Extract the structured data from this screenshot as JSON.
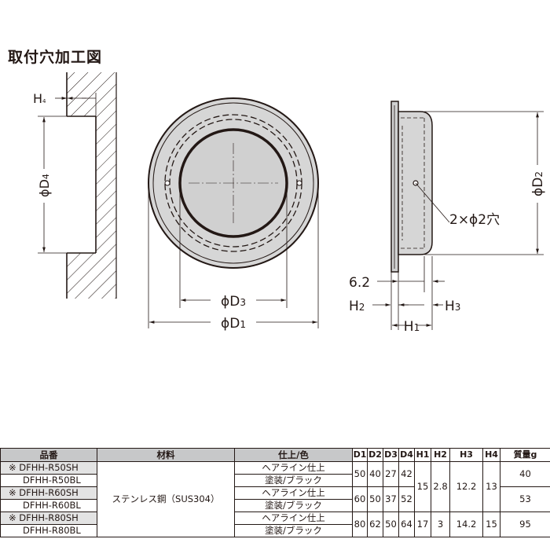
{
  "title": "取付穴加工図",
  "drawing": {
    "labels": {
      "h4": "H",
      "h4_sub": "4",
      "d4": "ϕD",
      "d4_sub": "4",
      "d3": "ϕD",
      "d3_sub": "3",
      "d1": "ϕD",
      "d1_sub": "1",
      "d2": "ϕD",
      "d2_sub": "2",
      "hole": "2×ϕ2穴",
      "dim_6_2": "6.2",
      "h2": "H",
      "h2_sub": "2",
      "h3": "H",
      "h3_sub": "3",
      "h1": "H",
      "h1_sub": "1"
    }
  },
  "table": {
    "headers": {
      "model": "品番",
      "material": "材料",
      "finish": "仕上/色",
      "d1": "D1",
      "d2": "D2",
      "d3": "D3",
      "d4": "D4",
      "h1": "H1",
      "h2": "H2",
      "h3": "H3",
      "h4": "H4",
      "weight": "質量g"
    },
    "material": "ステンレス鋼（SUS304）",
    "h1_shared": "15",
    "h2_shared": "2.8",
    "h3_shared": "12.2",
    "h4_shared": "13",
    "groups": [
      {
        "model_a": "※ DFHH-R50SH",
        "finish_a": "ヘアライン仕上",
        "model_b": "DFHH-R50BL",
        "finish_b": "塗装/ブラック",
        "d1": "50",
        "d2": "40",
        "d3": "27",
        "d4": "42",
        "weight": "40"
      },
      {
        "model_a": "※ DFHH-R60SH",
        "finish_a": "ヘアライン仕上",
        "model_b": "DFHH-R60BL",
        "finish_b": "塗装/ブラック",
        "d1": "60",
        "d2": "50",
        "d3": "37",
        "d4": "52",
        "weight": "53"
      },
      {
        "model_a": "※ DFHH-R80SH",
        "finish_a": "ヘアライン仕上",
        "model_b": "DFHH-R80BL",
        "finish_b": "塗装/ブラック",
        "d1": "80",
        "d2": "62",
        "d3": "50",
        "d4": "64",
        "h1": "17",
        "h2": "3",
        "h3": "14.2",
        "h4": "15",
        "weight": "95"
      }
    ]
  }
}
